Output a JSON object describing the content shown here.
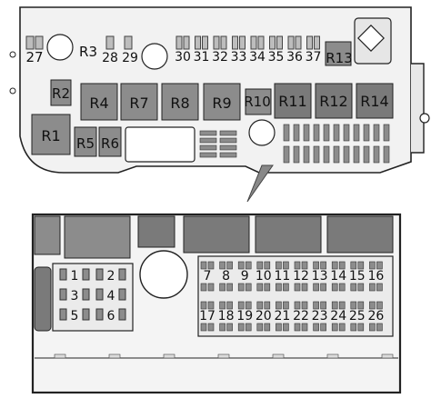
{
  "upper": {
    "relays": {
      "r1": "R1",
      "r2": "R2",
      "r3": "R3",
      "r4": "R4",
      "r5": "R5",
      "r6": "R6",
      "r7": "R7",
      "r8": "R8",
      "r9": "R9",
      "r10": "R10",
      "r11": "R11",
      "r12": "R12",
      "r13": "R13",
      "r14": "R14"
    },
    "fuse_labels": {
      "f27": "27",
      "f28": "28",
      "f29": "29",
      "top_row": [
        "30",
        "31",
        "32",
        "33",
        "34",
        "35",
        "36",
        "37"
      ]
    }
  },
  "detail": {
    "left_fuses": [
      "1",
      "2",
      "3",
      "4",
      "5",
      "6"
    ],
    "row_top": [
      "7",
      "8",
      "9",
      "10",
      "11",
      "12",
      "13",
      "14",
      "15",
      "16"
    ],
    "row_bottom": [
      "17",
      "18",
      "19",
      "20",
      "21",
      "22",
      "23",
      "24",
      "25",
      "26"
    ]
  },
  "colors": {
    "relay_fill": "#8c8c8c",
    "relay_dark": "#6f6f6f",
    "fuse_fill": "#bdbdbd",
    "housing_fill": "#f2f2f2",
    "outline": "#222222"
  }
}
